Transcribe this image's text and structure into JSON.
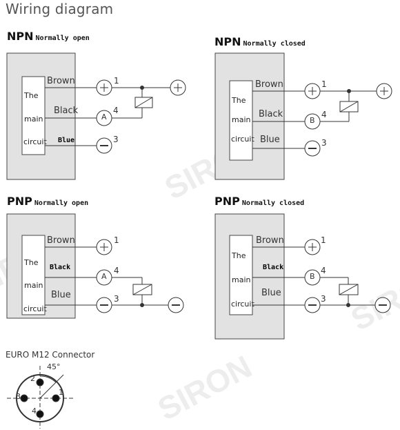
{
  "title": "Wiring diagram",
  "watermark": "SIRON",
  "diagrams": [
    {
      "type": "NPN",
      "mode": "Normally open",
      "circuit_words": [
        "The",
        "main",
        "circuit"
      ],
      "wires": [
        "Brown",
        "Black",
        "Blue"
      ],
      "pins": [
        "1",
        "4",
        "3"
      ],
      "load_symbol": "A"
    },
    {
      "type": "NPN",
      "mode": "Normally closed",
      "circuit_words": [
        "The",
        "main",
        "circuit"
      ],
      "wires": [
        "Brown",
        "Black",
        "Blue"
      ],
      "pins": [
        "1",
        "4",
        "3"
      ],
      "load_symbol": "B"
    },
    {
      "type": "PNP",
      "mode": "Normally open",
      "circuit_words": [
        "The",
        "main",
        "circuit"
      ],
      "wires": [
        "Brown",
        "Black",
        "Blue"
      ],
      "pins": [
        "1",
        "4",
        "3"
      ],
      "load_symbol": "A"
    },
    {
      "type": "PNP",
      "mode": "Normally closed",
      "circuit_words": [
        "The",
        "main",
        "circuit"
      ],
      "wires": [
        "Brown",
        "Black",
        "Blue"
      ],
      "pins": [
        "1",
        "4",
        "3"
      ],
      "load_symbol": "B"
    }
  ],
  "connector": {
    "label": "EURO M12 Connector",
    "angle": "45°",
    "pins": [
      "1",
      "2",
      "3",
      "4"
    ]
  },
  "colors": {
    "box_fill": "#e2e2e2",
    "line": "#333333",
    "watermark": "#ececec"
  }
}
